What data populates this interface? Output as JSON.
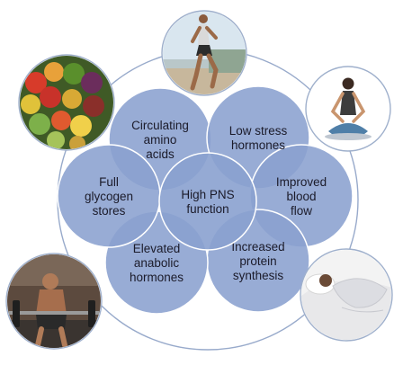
{
  "center": {
    "lines": [
      "High PNS",
      "function"
    ]
  },
  "petals": [
    {
      "id": "circulating-amino-acids",
      "lines": [
        "Circulating",
        "amino",
        "acids"
      ]
    },
    {
      "id": "low-stress-hormones",
      "lines": [
        "Low stress",
        "hormones"
      ]
    },
    {
      "id": "improved-blood-flow",
      "lines": [
        "Improved",
        "blood",
        "flow"
      ]
    },
    {
      "id": "increased-protein-synthesis",
      "lines": [
        "Increased",
        "protein",
        "synthesis"
      ]
    },
    {
      "id": "elevated-anabolic-hormones",
      "lines": [
        "Elevated",
        "anabolic",
        "hormones"
      ]
    },
    {
      "id": "full-glycogen-stores",
      "lines": [
        "Full",
        "glycogen",
        "stores"
      ]
    }
  ],
  "photos": [
    {
      "id": "runner",
      "icon": "runner-photo-icon"
    },
    {
      "id": "meditation",
      "icon": "meditation-photo-icon"
    },
    {
      "id": "sleep",
      "icon": "sleeping-person-photo-icon"
    },
    {
      "id": "weightlifting",
      "icon": "weightlifter-photo-icon"
    },
    {
      "id": "vegetables",
      "icon": "vegetables-photo-icon"
    }
  ],
  "colors": {
    "petal_fill": "#8aa1cf",
    "petal_stroke": "#ffffff",
    "ring": "#98aacb",
    "text": "#1b1b2a"
  }
}
